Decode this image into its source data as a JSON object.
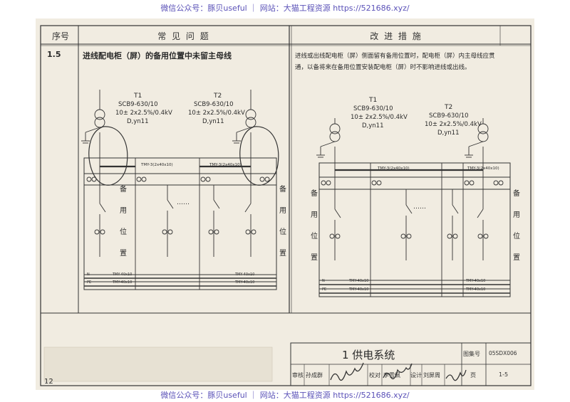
{
  "watermark": {
    "text": "微信公众号：豚贝useful ｜ 网站：大猫工程资源 https://521686.xyz/"
  },
  "header": {
    "col_index": "序号",
    "col_problem": "常 见 问 题",
    "col_improve": "改 进 措 施"
  },
  "item": {
    "number": "1.5",
    "title": "进线配电柜（屏）的备用位置中未留主母线",
    "measure_line1": "进线或出线配电柜（屏）侧面留有备用位置时，配电柜（屏）内主母线应贯",
    "measure_line2": "通，以备将来在备用位置安装配电柜（屏）时不影响进线或出线。"
  },
  "transformers": [
    {
      "name": "T1",
      "model": "SCB9-630/10",
      "ratio": "10± 2x2.5%/0.4kV",
      "group": "D,yn11"
    },
    {
      "name": "T2",
      "model": "SCB9-630/10",
      "ratio": "10± 2x2.5%/0.4kV",
      "group": "D,yn11"
    }
  ],
  "diagram": {
    "spare_label": [
      "备",
      "用",
      "位",
      "置"
    ],
    "ellipsis": "……",
    "busbar_top": "TMY-3(2x40x10)",
    "busbar_n": "TMY-40x10",
    "busbar_pe": "TMY-40x10",
    "label_n": "N",
    "label_pe": "PE"
  },
  "title_block": {
    "chapter": "1 供电系统",
    "atlas_label": "图集号",
    "atlas_no": "05SDX006",
    "page_label": "页",
    "page_no": "1-5",
    "review_label": "审核",
    "review_name": "孙成群",
    "check_label": "校对",
    "check_name": "李雪佩",
    "design_label": "设计",
    "design_name": "刘屏周"
  },
  "page_number": "12"
}
